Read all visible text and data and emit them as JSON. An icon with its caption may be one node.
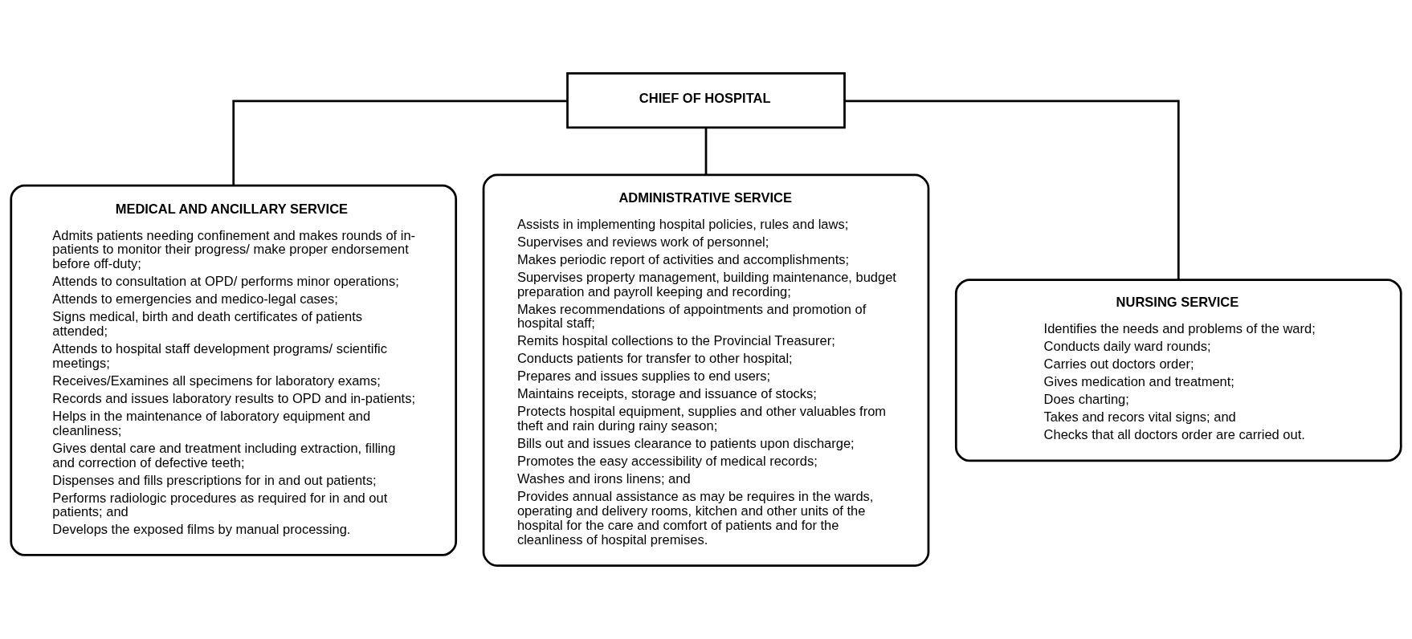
{
  "diagram": {
    "nodes": [
      {
        "text": [
          "CHIEF OF HOSPITAL"
        ]
      },
      {
        "text": [
          "MEDICAL AND ANCILLARY SERVICE",
          "Admits patients needing confinement and makes rounds of in-patients to monitor their progress/ make proper endorsement before off-duty;",
          "Attends to consultation at OPD/ performs minor operations;",
          "Attends to emergencies and medico-legal cases;",
          "Signs medical, birth and death certificates of patients attended;",
          "Attends to hospital staff development programs/ scientific meetings;",
          "Receives/Examines all specimens for laboratory exams;",
          "Records and issues laboratory results to OPD and in-patients;",
          "Helps in the maintenance of laboratory equipment and cleanliness;",
          "Gives dental care and treatment including extraction, filling and correction of defective teeth;",
          "Dispenses and fills prescriptions for in and out patients;",
          "Performs radiologic procedures as required for in and out patients; and",
          "Develops the exposed films by manual processing."
        ]
      },
      {
        "text": [
          "ADMINISTRATIVE SERVICE",
          "Assists in implementing hospital policies, rules and laws;",
          "Supervises and reviews work of personnel;",
          "Makes periodic report of activities and accomplishments;",
          "Supervises property management, building maintenance, budget preparation and payroll keeping and recording;",
          "Makes recommendations of appointments and promotion of hospital staff;",
          "Remits hospital collections to the Provincial Treasurer;",
          "Conducts patients for transfer to other hospital;",
          "Prepares and issues supplies to end users;",
          "Maintains receipts, storage and issuance of stocks;",
          "Protects hospital equipment, supplies and other valuables from theft and rain during rainy season;",
          "Bills out and issues clearance to patients upon discharge;",
          "Promotes the easy accessibility of medical records;",
          "Washes and irons linens; and",
          "Provides annual assistance as may be requires in the wards, operating and delivery rooms, kitchen and other units of the hospital for the care and comfort of patients and for the cleanliness of hospital premises."
        ]
      },
      {
        "text": [
          "NURSING SERVICE",
          "Identifies the needs and problems of the ward;",
          "Conducts daily ward rounds;",
          "Carries out doctors order;",
          "Gives medication and treatment;",
          "Does charting;",
          "Takes and recors vital signs; and",
          "Checks that all doctors order are carried out."
        ]
      }
    ],
    "edges": [
      {
        "from": 0,
        "to": 1,
        "arrow": "none"
      },
      {
        "from": 0,
        "to": 2,
        "arrow": "none"
      },
      {
        "from": 0,
        "to": 3,
        "arrow": "none"
      }
    ]
  }
}
